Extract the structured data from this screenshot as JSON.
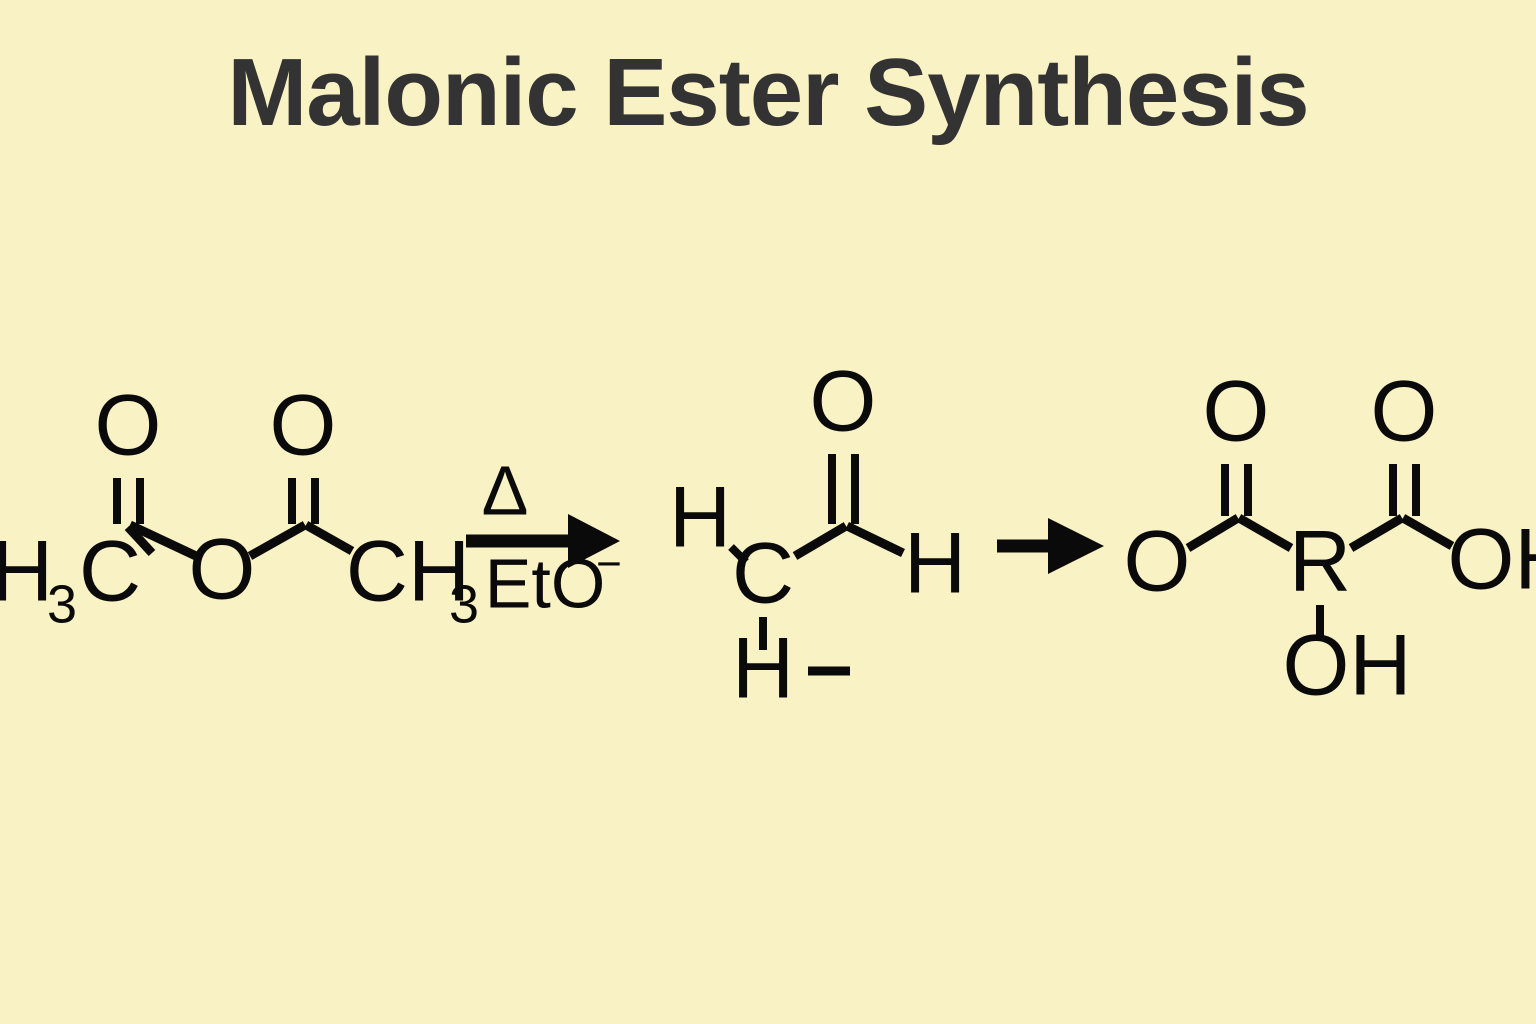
{
  "page": {
    "title": "Malonic Ester Synthesis",
    "background_color": "#f9f2c4",
    "ink_color": "#0a0a0a",
    "title_color": "#333333"
  },
  "scheme": {
    "name": "malonic-ester-synthesis-reaction-scheme",
    "reactant": {
      "name": "diethyl-malonate-like-diester",
      "labels": {
        "left_alkyl": "H",
        "left_alkyl_sub": "3",
        "left_alkyl_c": "C",
        "carbonyl_o_left": "O",
        "ester_o_bridge": "O",
        "carbonyl_o_right": "O",
        "right_alkyl": "CH",
        "right_alkyl_sub": "3"
      }
    },
    "arrow1": {
      "name": "reaction-arrow-one",
      "above_label": "Δ",
      "below_label": "EtO",
      "below_superscript": "−"
    },
    "intermediate": {
      "name": "carbanion-enolate-intermediate",
      "labels": {
        "h_upper_left": "H",
        "central_c": "C",
        "carbonyl_o": "O",
        "h_right": "H",
        "h_lower": "H",
        "charge": "−"
      }
    },
    "arrow2": {
      "name": "reaction-arrow-two",
      "above_label": "",
      "below_label": ""
    },
    "product": {
      "name": "substituted-malonic-acid-product",
      "labels": {
        "o_left": "O",
        "carbonyl_o_left": "O",
        "r_group": "R",
        "oh_below": "OH",
        "carbonyl_o_right": "O",
        "oh_right": "OH"
      }
    }
  }
}
